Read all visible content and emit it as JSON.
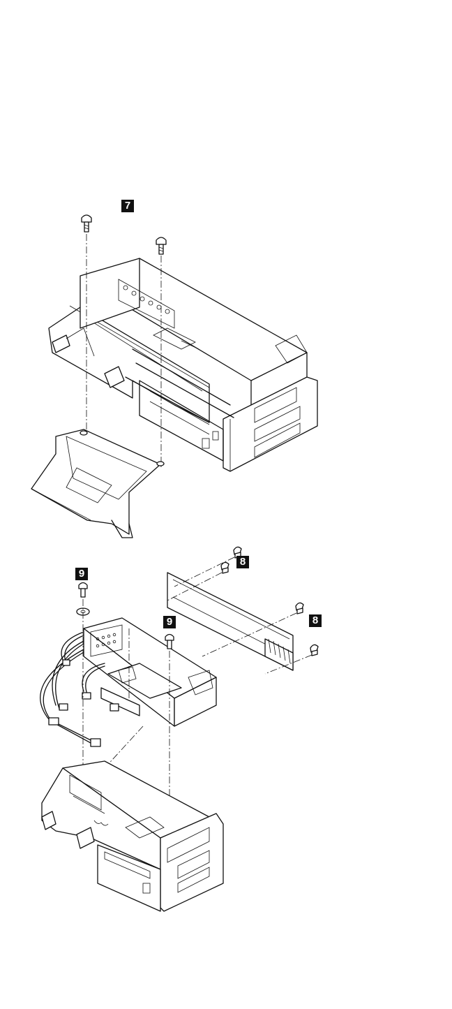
{
  "callouts": {
    "c7": "7",
    "c8a": "8",
    "c8b": "8",
    "c9a": "9",
    "c9b": "9"
  },
  "icons": [
    "screw-icon",
    "washer-icon"
  ]
}
